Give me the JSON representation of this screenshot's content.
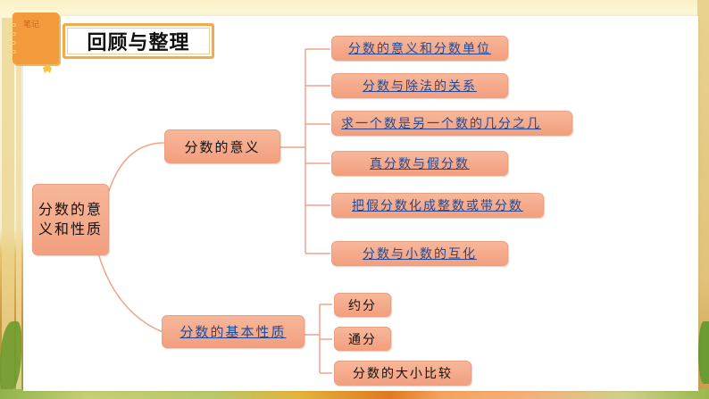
{
  "slide": {
    "title": "回顾与整理",
    "notebook_label": "笔记",
    "colors": {
      "node_fill": "#f4a888",
      "node_border": "#ee9f80",
      "connector": "#f0a48a",
      "link_text": "#1f4a9b",
      "title_border": "#f5a94a",
      "notebook": "#f39a3c"
    }
  },
  "mindmap": {
    "root": "分数的意义和性质",
    "branches": [
      {
        "label": "分数的意义",
        "is_link": false,
        "children": [
          {
            "label": "分数的意义和分数单位",
            "is_link": true
          },
          {
            "label": "分数与除法的关系",
            "is_link": true
          },
          {
            "label": "求一个数是另一个数的几分之几",
            "is_link": true
          },
          {
            "label": "真分数与假分数",
            "is_link": true
          },
          {
            "label": "把假分数化成整数或带分数",
            "is_link": true
          },
          {
            "label": "分数与小数的互化",
            "is_link": true
          }
        ]
      },
      {
        "label": "分数的基本性质",
        "is_link": true,
        "children": [
          {
            "label": "约分",
            "is_link": false
          },
          {
            "label": "通分",
            "is_link": false
          },
          {
            "label": "分数的大小比较",
            "is_link": false
          }
        ]
      }
    ]
  }
}
